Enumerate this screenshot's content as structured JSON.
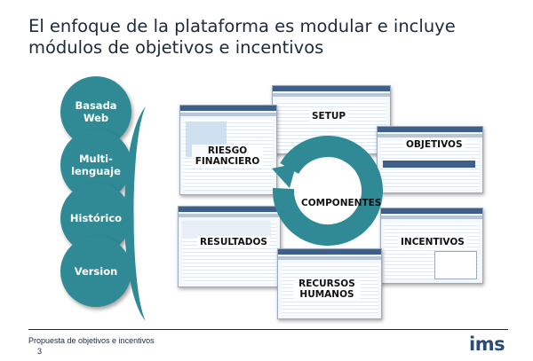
{
  "title": "El enfoque de la plataforma es modular e incluye módulos de objetivos e incentivos",
  "features": [
    "Basada Web",
    "Multi-lenguaje",
    "Histórico",
    "Version"
  ],
  "modules": {
    "setup": "SETUP",
    "riesgo": "RIESGO FINANCIERO",
    "objetivos": "OBJETIVOS",
    "componentes": "COMPONENTES",
    "resultados": "RESULTADOS",
    "incentivos": "INCENTIVOS",
    "recursos": "RECURSOS HUMANOS"
  },
  "colors": {
    "accent": "#2f8a96",
    "brand": "#2a4a77"
  },
  "footer": {
    "text": "Propuesta de objetivos e incentivos",
    "page": "3"
  },
  "logo": "ims"
}
